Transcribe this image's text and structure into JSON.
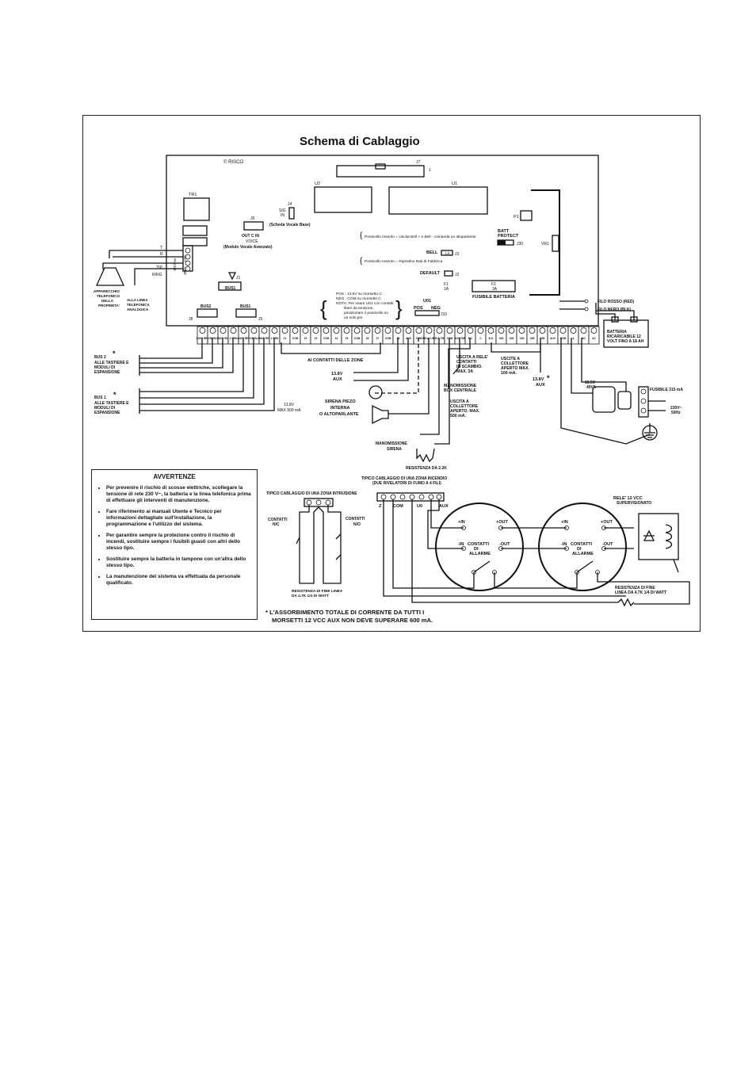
{
  "title": "Schema di Cablaggio",
  "board": {
    "brand": "© RISCO",
    "chips": {
      "j7": "J7",
      "j7_pin": "1",
      "u2": "U2",
      "u1": "U1",
      "tr1": "TR1",
      "p1": "P1",
      "vr1": "VR1"
    },
    "j4": {
      "id": "J4",
      "line1": "SIG",
      "line2": "IN",
      "caption": "(Scheda Vocale Base)"
    },
    "j6": {
      "id": "J6",
      "line1": "OUT C IN",
      "line2": "VOICE",
      "caption": "(Modulo Vocale Avanzato)"
    },
    "batt_protect": {
      "line1": "BATT",
      "line2": "PROTECT",
      "jumper": "J30"
    },
    "bell_note": "Ponticello Inserito = Uscita Bell + e Bell - comanda un altoparlante",
    "default_note": "Ponticello Inserito = Ripristino Dati di Fabbrica",
    "bell_label": "BELL",
    "ls": "LS",
    "default_label": "DEFAULT",
    "j3": "J3",
    "j2": "J2",
    "f1": {
      "label": "F1",
      "value": "1A"
    },
    "f2": {
      "label": "F2",
      "value": "3A"
    },
    "fusibile_batteria": "FUSIBILE BATTERIA",
    "pos_note": [
      "POS : 13.8V su morsetto C",
      "NEG : COM su morsetto C",
      "NOTA: Per usare U01 con contatti",
      "liberi da tensione,",
      "posizionare il ponticello su",
      "un solo pin."
    ],
    "u01": "U01",
    "pos": "POS",
    "neg": "NEG",
    "j10": "J10",
    "bus1": "BUS1",
    "bus2": "BUS2",
    "bus1_conn": "BUS1",
    "j8": "J8",
    "j5": "J5",
    "j1": "J1",
    "phone_block": {
      "set": "SET",
      "phone": "PHONE",
      "line": "LINE"
    }
  },
  "terminals": [
    "AUX2 RED",
    "COM BLK",
    "BUS YEL",
    "2 GRN",
    "AUX1 RED",
    "COM BLK",
    "BUS YEL",
    "1 GRN",
    "Z1",
    "COM",
    "Z2",
    "Z3",
    "COM",
    "Z4",
    "Z5",
    "COM",
    "Z6",
    "Z7",
    "COM",
    "Z8",
    "AUX",
    "COM",
    "BELL/ LS +",
    "BELL TMP",
    "COM",
    "BOX TMP",
    "N.C",
    "C",
    "N.O",
    "U02",
    "U03",
    "U04",
    "U05",
    "U06",
    "AUX",
    "COM",
    "⏚",
    "AC",
    "AC"
  ],
  "labels": {
    "t": "T",
    "r": "R",
    "tip": "TIP",
    "ring": "RING",
    "apparecchio": [
      "APPARECCHIO",
      "TELEFONICO",
      "DELLA",
      "PROPRIETA'"
    ],
    "linea": [
      "ALLA LINEA",
      "TELEFONICA",
      "ANALOGICA"
    ],
    "bus2_label": [
      "BUS 2",
      "ALLE TASTIERE E",
      "MODULI DI",
      "ESPANSIONE"
    ],
    "bus1_label": [
      "BUS 1",
      "ALLE TASTIERE E",
      "MODULI DI",
      "ESPANSIONE"
    ],
    "star": "*",
    "ai_contatti": "AI CONTATTI DELLE ZONE",
    "aux_13v8": [
      "13.8V",
      "AUX"
    ],
    "sirena_piezo": [
      "SIRENA PIEZO",
      "INTERNA",
      "O ALTOPARLANTE"
    ],
    "max900": [
      "13.8V",
      "MAX 900 mA"
    ],
    "manomissione_sirena": [
      "MANOMISSIONE",
      "SIRENA"
    ],
    "resistenza_22k": "RESISTENZA DA 2.2K",
    "manomissione_box": [
      "MANOMISSIONE",
      "BOX CENTRALE"
    ],
    "uscita_u01": [
      "USCITA A",
      "COLLETTORE",
      "APERTO. MAX.",
      "500 mA."
    ],
    "uscita_rele": [
      "USCITA A RELE'",
      "CONTATTI",
      "IN SCAMBIO.",
      "MAX. 3A"
    ],
    "uscite_coll": [
      "USCITE A",
      "COLLETTORE",
      "APERTO MAX.",
      "100 mA."
    ],
    "aux_13v8_b": [
      "13.8V",
      "AUX"
    ],
    "filo_rosso": "FILO ROSSO (RED)",
    "filo_nero": "FILO NERO (BLK)",
    "batteria": [
      "BATTERIA",
      "RICARICABILE 12",
      "VOLT FINO A 18 AH"
    ],
    "trasformatore": [
      "16.5V~",
      "40VA"
    ],
    "fusibile_315": "FUSIBILE 315 mA",
    "rete": [
      "230V~",
      "50Hz"
    ],
    "tipico_intrusione": "TIPICO CABLAGGIO DI UNA ZONA INTRUSIONE",
    "contatti_nc": [
      "CONTATTI",
      "N/C"
    ],
    "contatti_no": [
      "CONTATTI",
      "N/O"
    ],
    "resistenza_fine_a": [
      "RESISTENZA DI FINE LINEA",
      "DA 4.7K 1/4 DI WATT"
    ],
    "tipico_incendio": [
      "TIPICO CABLAGGIO DI UNA ZONA INCENDIO",
      "(DUE RIVELATORI DI FUMO A 4 FILI)"
    ],
    "fire_terms": [
      "Z",
      "COM",
      "U0",
      "AUX"
    ],
    "in_plus": "+IN",
    "out_plus": "+OUT",
    "in_minus": "-IN",
    "out_minus": "-OUT",
    "contatti_allarme": [
      "CONTATTI",
      "DI",
      "ALLARME"
    ],
    "rele_12": [
      "RELE' 12 VCC",
      "SUPERVISIONATO"
    ],
    "resistenza_fine_b": [
      "RESISTENZA DI FINE",
      "LINEA DA 4.7K 1/4 DI WATT"
    ]
  },
  "warnings": {
    "title": "AVVERTENZE",
    "items": [
      "Per prevenire il rischio di scosse elettriche, scollegare la tensione di rete 230 V~, la batteria e la linea telefonica prima di effettuare gli interventi di manutenzione.",
      "Fare riferimento ai manuali Utente e Tecnico per informazioni dettagliate sull'installazione, la programmazione e l'utilizzo del sistema.",
      "Per garantire sempre la protezione contro il rischio di incendi, sostituire sempre i fusibili guasti con altri dello stesso tipo.",
      "Sostituire sempre la batteria in tampone con un'altra dello stesso tipo.",
      "La manutenzione del sistema va effettuata da personale qualificato."
    ]
  },
  "footnote": [
    "* L'ASSORBIMENTO TOTALE DI CORRENTE DA TUTTI I",
    "MORSETTI 12 VCC AUX NON DEVE SUPERARE 600 mA."
  ]
}
